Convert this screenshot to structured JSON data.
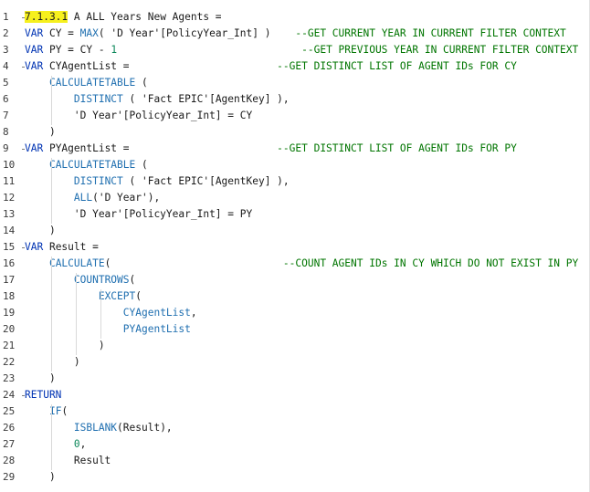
{
  "editor": {
    "lines": [
      {
        "n": "1",
        "parts": [
          {
            "t": "7.1.3.1",
            "c": "hl"
          },
          {
            "t": " A ALL Years New Agents ="
          }
        ]
      },
      {
        "n": "2",
        "parts": [
          {
            "t": "VAR",
            "c": "kw"
          },
          {
            "t": " CY = "
          },
          {
            "t": "MAX",
            "c": "fn"
          },
          {
            "t": "( 'D Year'[PolicyYear_Int] )"
          },
          {
            "t": "    --GET CURRENT YEAR IN CURRENT FILTER CONTEXT",
            "c": "cm"
          }
        ]
      },
      {
        "n": "3",
        "parts": [
          {
            "t": "VAR",
            "c": "kw"
          },
          {
            "t": " PY = CY - "
          },
          {
            "t": "1",
            "c": "num"
          },
          {
            "t": "                              --GET PREVIOUS YEAR IN CURRENT FILTER CONTEXT",
            "c": "cm"
          }
        ]
      },
      {
        "n": "4",
        "parts": [
          {
            "t": "VAR",
            "c": "kw"
          },
          {
            "t": " CYAgentList ="
          },
          {
            "t": "                        --GET DISTINCT LIST OF AGENT IDs FOR CY",
            "c": "cm"
          }
        ]
      },
      {
        "n": "5",
        "parts": [
          {
            "t": "    "
          },
          {
            "t": "CALCULATETABLE",
            "c": "fn"
          },
          {
            "t": " ("
          }
        ]
      },
      {
        "n": "6",
        "parts": [
          {
            "t": "        "
          },
          {
            "t": "DISTINCT",
            "c": "fn"
          },
          {
            "t": " ( 'Fact EPIC'[AgentKey] ),"
          }
        ]
      },
      {
        "n": "7",
        "parts": [
          {
            "t": "        'D Year'[PolicyYear_Int] = CY"
          }
        ]
      },
      {
        "n": "8",
        "parts": [
          {
            "t": "    )"
          }
        ]
      },
      {
        "n": "9",
        "parts": [
          {
            "t": "VAR",
            "c": "kw"
          },
          {
            "t": " PYAgentList ="
          },
          {
            "t": "                        --GET DISTINCT LIST OF AGENT IDs FOR PY",
            "c": "cm"
          }
        ]
      },
      {
        "n": "10",
        "parts": [
          {
            "t": "    "
          },
          {
            "t": "CALCULATETABLE",
            "c": "fn"
          },
          {
            "t": " ("
          }
        ]
      },
      {
        "n": "11",
        "parts": [
          {
            "t": "        "
          },
          {
            "t": "DISTINCT",
            "c": "fn"
          },
          {
            "t": " ( 'Fact EPIC'[AgentKey] ),"
          }
        ]
      },
      {
        "n": "12",
        "parts": [
          {
            "t": "        "
          },
          {
            "t": "ALL",
            "c": "fn"
          },
          {
            "t": "('D Year'),"
          }
        ]
      },
      {
        "n": "13",
        "parts": [
          {
            "t": "        'D Year'[PolicyYear_Int] = PY"
          }
        ]
      },
      {
        "n": "14",
        "parts": [
          {
            "t": "    )"
          }
        ]
      },
      {
        "n": "15",
        "parts": [
          {
            "t": "VAR",
            "c": "kw"
          },
          {
            "t": " Result ="
          }
        ]
      },
      {
        "n": "16",
        "parts": [
          {
            "t": "    "
          },
          {
            "t": "CALCULATE",
            "c": "fn"
          },
          {
            "t": "("
          },
          {
            "t": "                            --COUNT AGENT IDs IN CY WHICH DO NOT EXIST IN PY",
            "c": "cm"
          }
        ]
      },
      {
        "n": "17",
        "parts": [
          {
            "t": "        "
          },
          {
            "t": "COUNTROWS",
            "c": "fn"
          },
          {
            "t": "("
          }
        ]
      },
      {
        "n": "18",
        "parts": [
          {
            "t": "            "
          },
          {
            "t": "EXCEPT",
            "c": "fn"
          },
          {
            "t": "("
          }
        ]
      },
      {
        "n": "19",
        "parts": [
          {
            "t": "                "
          },
          {
            "t": "CYAgentList",
            "c": "fn"
          },
          {
            "t": ","
          }
        ]
      },
      {
        "n": "20",
        "parts": [
          {
            "t": "                "
          },
          {
            "t": "PYAgentList",
            "c": "fn"
          }
        ]
      },
      {
        "n": "21",
        "parts": [
          {
            "t": "            )"
          }
        ]
      },
      {
        "n": "22",
        "parts": [
          {
            "t": "        )"
          }
        ]
      },
      {
        "n": "23",
        "parts": [
          {
            "t": "    )"
          }
        ]
      },
      {
        "n": "24",
        "parts": [
          {
            "t": "RETURN",
            "c": "kw"
          }
        ]
      },
      {
        "n": "25",
        "parts": [
          {
            "t": "    "
          },
          {
            "t": "IF",
            "c": "fn"
          },
          {
            "t": "("
          }
        ]
      },
      {
        "n": "26",
        "parts": [
          {
            "t": "        "
          },
          {
            "t": "ISBLANK",
            "c": "fn"
          },
          {
            "t": "(Result),"
          }
        ]
      },
      {
        "n": "27",
        "parts": [
          {
            "t": "        "
          },
          {
            "t": "0",
            "c": "num"
          },
          {
            "t": ","
          }
        ]
      },
      {
        "n": "28",
        "parts": [
          {
            "t": "        Result"
          }
        ]
      },
      {
        "n": "29",
        "parts": [
          {
            "t": "    )"
          }
        ]
      }
    ]
  },
  "colors": {
    "keyword": "#0033b3",
    "function": "#1f6fb0",
    "comment": "#007500",
    "highlight": "#f6f01e"
  }
}
